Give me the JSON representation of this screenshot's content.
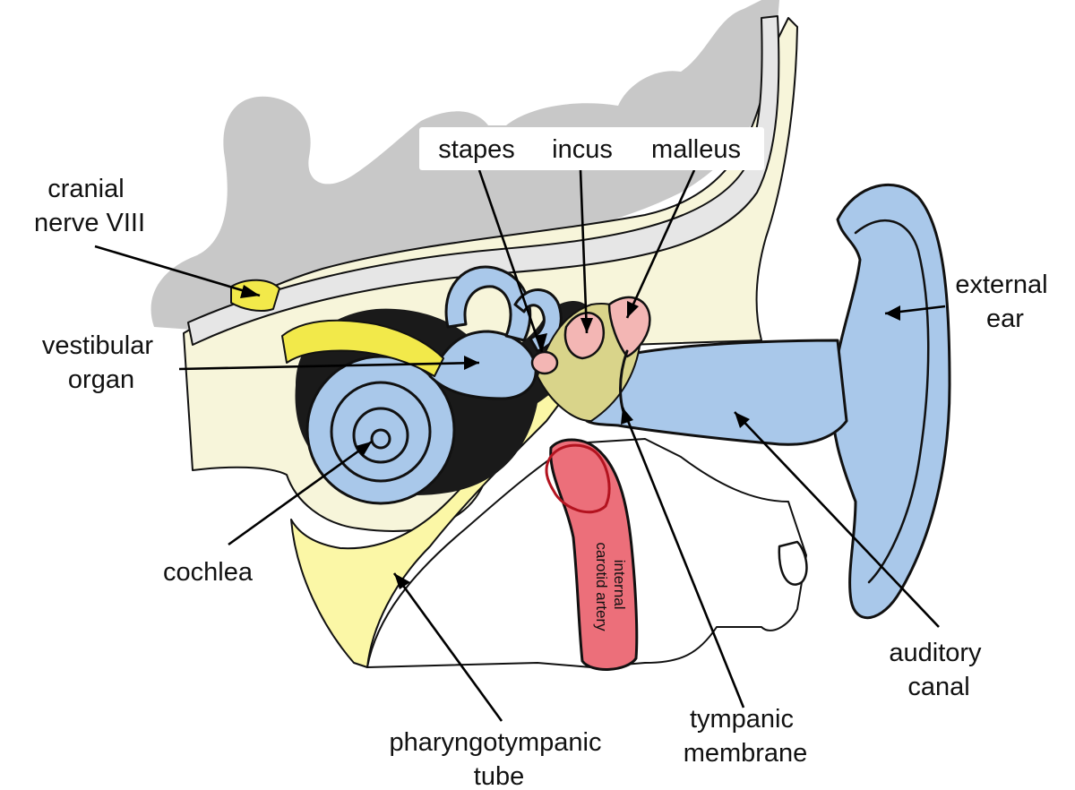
{
  "labels": {
    "cranial_nerve": [
      "cranial",
      "nerve VIII"
    ],
    "vestibular_organ": [
      "vestibular",
      "organ"
    ],
    "cochlea": [
      "cochlea"
    ],
    "stapes": [
      "stapes"
    ],
    "incus": [
      "incus"
    ],
    "malleus": [
      "malleus"
    ],
    "external_ear": [
      "external",
      "ear"
    ],
    "auditory_canal": [
      "auditory",
      "canal"
    ],
    "tympanic_membrane": [
      "tympanic",
      "membrane"
    ],
    "pharyngotympanic_tube": [
      "pharyngotympanic",
      "tube"
    ],
    "internal_carotid_artery": [
      "internal",
      "carotid artery"
    ]
  },
  "colors": {
    "skull_shadow": "#c8c8c8",
    "bone": "#f7f5da",
    "inner_ear_blue": "#a9c8ea",
    "nerve_yellow": "#f2e94a",
    "tube_yellow": "#fbf7a6",
    "ossicle_pink": "#f3b6b4",
    "artery_red": "#ec6f7a",
    "outline": "#111111"
  }
}
